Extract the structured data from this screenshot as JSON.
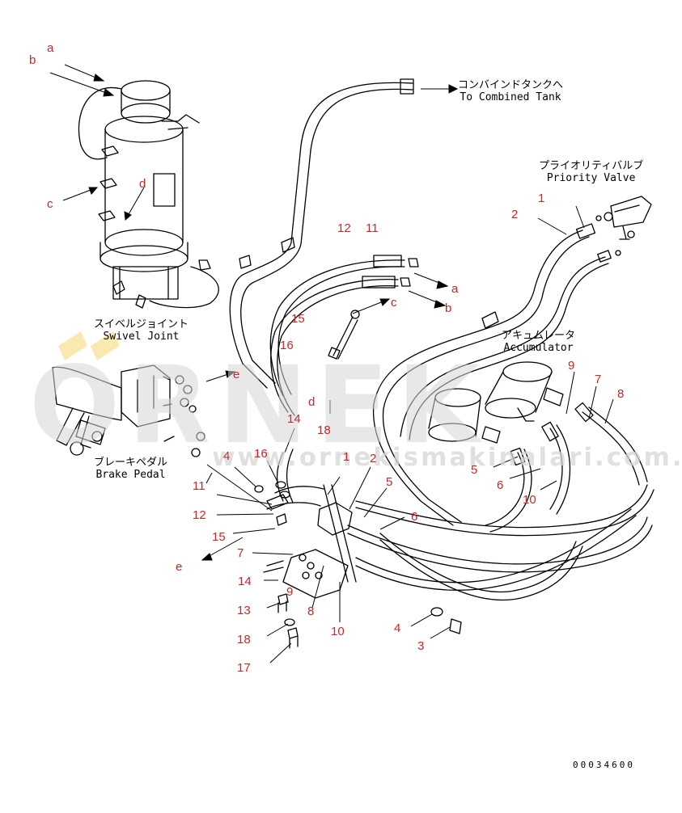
{
  "watermark": {
    "brand": "ORNEK",
    "url": "www.ornekismakinalari.com.tr"
  },
  "doc_number": "00034600",
  "captions": {
    "combined_tank": {
      "jp": "コンバインドタンクへ",
      "en": "To Combined Tank"
    },
    "priority_valve": {
      "jp": "プライオリティバルブ",
      "en": "Priority Valve"
    },
    "accumulator": {
      "jp": "アキュムレータ",
      "en": "Accumulator"
    },
    "swivel_joint": {
      "jp": "スイベルジョイント",
      "en": "Swivel Joint"
    },
    "brake_pedal": {
      "jp": "ブレーキペダル",
      "en": "Brake Pedal"
    }
  },
  "callouts": [
    "a",
    "b",
    "c",
    "d",
    "1",
    "2",
    "12",
    "11",
    "a",
    "b",
    "c",
    "15",
    "16",
    "d",
    "18",
    "e",
    "9",
    "7",
    "8",
    "5",
    "6",
    "10",
    "14",
    "4",
    "16",
    "11",
    "12",
    "15",
    "1",
    "2",
    "5",
    "6",
    "7",
    "e",
    "14",
    "9",
    "8",
    "10",
    "13",
    "18",
    "17",
    "4",
    "3"
  ],
  "colors": {
    "callout": "#c62828",
    "line": "#000000",
    "watermark": "#d6d6d6",
    "accent": "#f5d76e"
  }
}
